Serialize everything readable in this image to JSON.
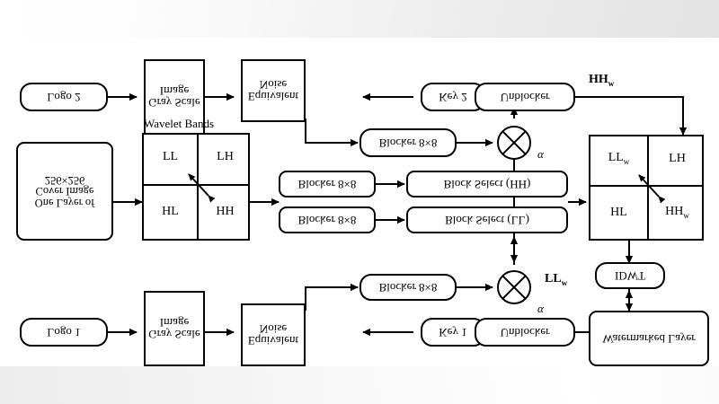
{
  "diagram": {
    "title_text": "Wavelet Bands",
    "nodes": {
      "logo2": "Logo 2",
      "gray2": "Gray Scale Image",
      "noise2": "Equivalent Noise",
      "key2": "Key 2",
      "unblocker2": "Unblocker",
      "blocker_hh": "Blocker 8×8",
      "cover": "One Layer of Cover Image 256×256",
      "blocker_top": "Blocker 8×8",
      "blocker_bottom": "Blocker 8×8",
      "block_select_ll": "Block Select (LL)",
      "block_select_hh": "Block Select (HH)",
      "idwt": "IDWT",
      "watermarked": "Watermarked Layer",
      "logo1": "Logo 1",
      "gray1": "Gray Scale Image",
      "noise1": "Equivalent Noise",
      "key1": "Key 1",
      "unblocker1": "Unblocker",
      "blocker_ll": "Blocker 8×8"
    },
    "wavelet_left": {
      "caption": "Wavelet Bands",
      "cells": [
        "LL",
        "LH",
        "HL",
        "HH"
      ]
    },
    "wavelet_right": {
      "cells": [
        "LLw",
        "LH",
        "HL",
        "HHw"
      ],
      "cells_display": {
        "top_left_base": "LL",
        "top_left_sub": "w",
        "top_right": "LH",
        "bottom_left": "HL",
        "bottom_right_base": "HH",
        "bottom_right_sub": "w"
      }
    },
    "edge_labels": {
      "hh_w_base": "HH",
      "hh_w_sub": "w",
      "ll_w_base": "LL",
      "ll_w_sub": "w",
      "alpha_top": "α",
      "alpha_bottom": "α"
    },
    "colors": {
      "stroke": "#000000",
      "fill": "#ffffff",
      "background": "#ffffff",
      "band": "#ececec"
    }
  }
}
